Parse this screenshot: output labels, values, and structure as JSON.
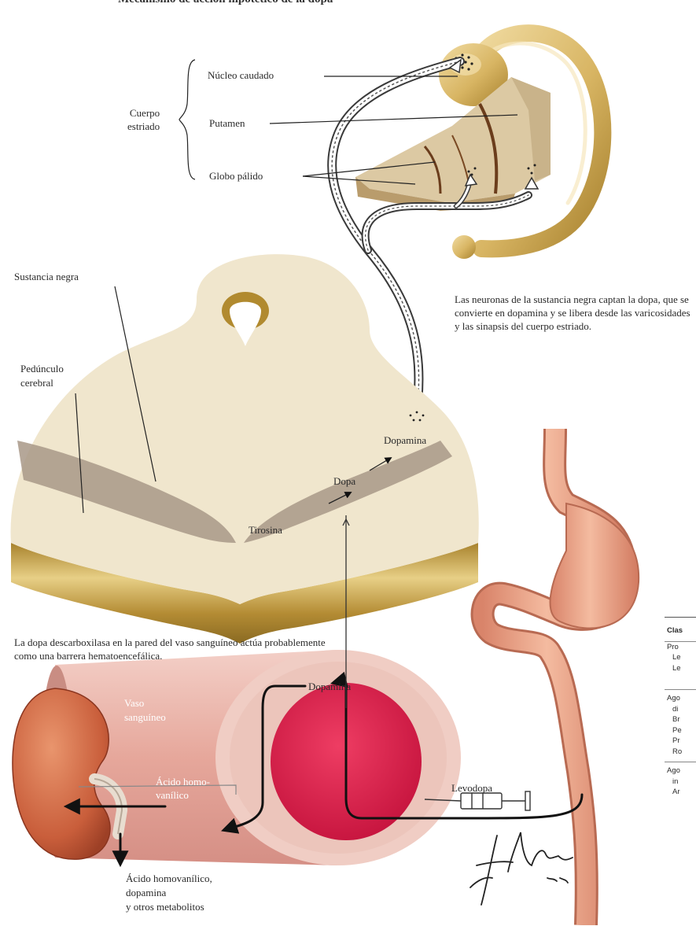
{
  "title_fragment": "Mecanismo de acción hipotético de la dopa",
  "labels": {
    "nucleo_caudado": "Núcleo caudado",
    "cuerpo_estriado": "Cuerpo\nestriado",
    "putamen": "Putamen",
    "globo_palido": "Globo pálido",
    "sustancia_negra": "Sustancia negra",
    "pedunculo_cerebral": "Pedúnculo\ncerebral",
    "dopamina_brain": "Dopamina",
    "dopa": "Dopa",
    "tirosina": "Tirosina",
    "vaso_sanguineo": "Vaso\nsanguíneo",
    "dopamina_vessel": "Dopamina",
    "acido_homovanilico": "Ácido homo-\nvanílico",
    "levodopa": "Levodopa",
    "excretion": "Ácido homovanílico,\ndopamina\ny otros metabolitos"
  },
  "captions": {
    "neurons": "Las neuronas de la sustancia negra captan la dopa, que se convierte en dopamina y se libera desde las varicosidades y las sinapsis del cuerpo estriado.",
    "decarboxylase": "La dopa descarboxilasa en la pared del vaso sanguíneo actúa probablemente como una barrera hematoencefálica."
  },
  "signature": "F. Netter M.D.",
  "table_fragment": {
    "header": "Clas",
    "groups": [
      [
        "Pro",
        "Le",
        "Le"
      ],
      [
        "Ago",
        "di",
        "Br",
        "Pe",
        "Pr",
        "Ro"
      ],
      [
        "Ago",
        "in",
        "Ar"
      ]
    ]
  },
  "colors": {
    "brain_cream": "#efe4c8",
    "brain_gold": "#b8902f",
    "substantia_band": "#a99a8c",
    "striatum_gold": "#d6b15a",
    "vessel_pink": "#e9b3aa",
    "lumen_red": "#d81b47",
    "kidney": "#cf6a44",
    "gut": "#e59a7a"
  }
}
